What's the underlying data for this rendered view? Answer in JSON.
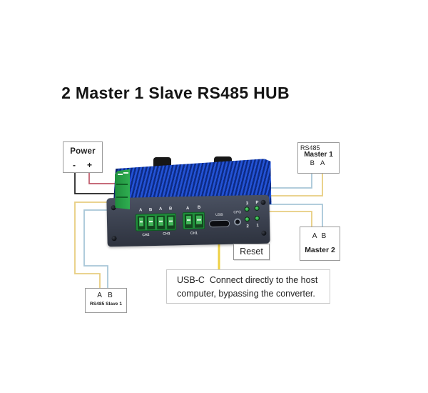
{
  "title": "2 Master 1 Slave RS485 HUB",
  "boxes": {
    "power": {
      "title": "Power",
      "minus": "-",
      "plus": "+"
    },
    "master1": {
      "subtitle": "RS485",
      "title": "Master 1",
      "pins": "B A"
    },
    "master2": {
      "pins": "A B",
      "title": "Master 2"
    },
    "slave1": {
      "pins": "A B",
      "title": "RS485 Slave 1"
    },
    "reset": {
      "label": "Reset"
    },
    "usb_note": {
      "line1": "USB-C  Connect directly to the host",
      "line2": "computer, bypassing the converter."
    }
  },
  "device": {
    "block1_pins": [
      "A",
      "B",
      "A",
      "B"
    ],
    "block1_channels": [
      "CH2",
      "CH3"
    ],
    "block2_pins": [
      "A",
      "B"
    ],
    "block2_channel": "CH1",
    "usb_label": "USB",
    "cfg_label": "CFG",
    "led_labels": {
      "top_left": "3",
      "top_right": "P",
      "bottom_left": "2",
      "bottom_right": "1"
    }
  },
  "colors": {
    "wire_black": "#1f1f1f",
    "wire_red": "#bf5868",
    "wire_yellow": "#e8cd80",
    "wire_blue": "#a8c6d8",
    "wire_bright_yellow": "#eed043",
    "device_blue": "#2353d6",
    "panel_gray": "#3a404e",
    "terminal_green": "#2fae50"
  }
}
